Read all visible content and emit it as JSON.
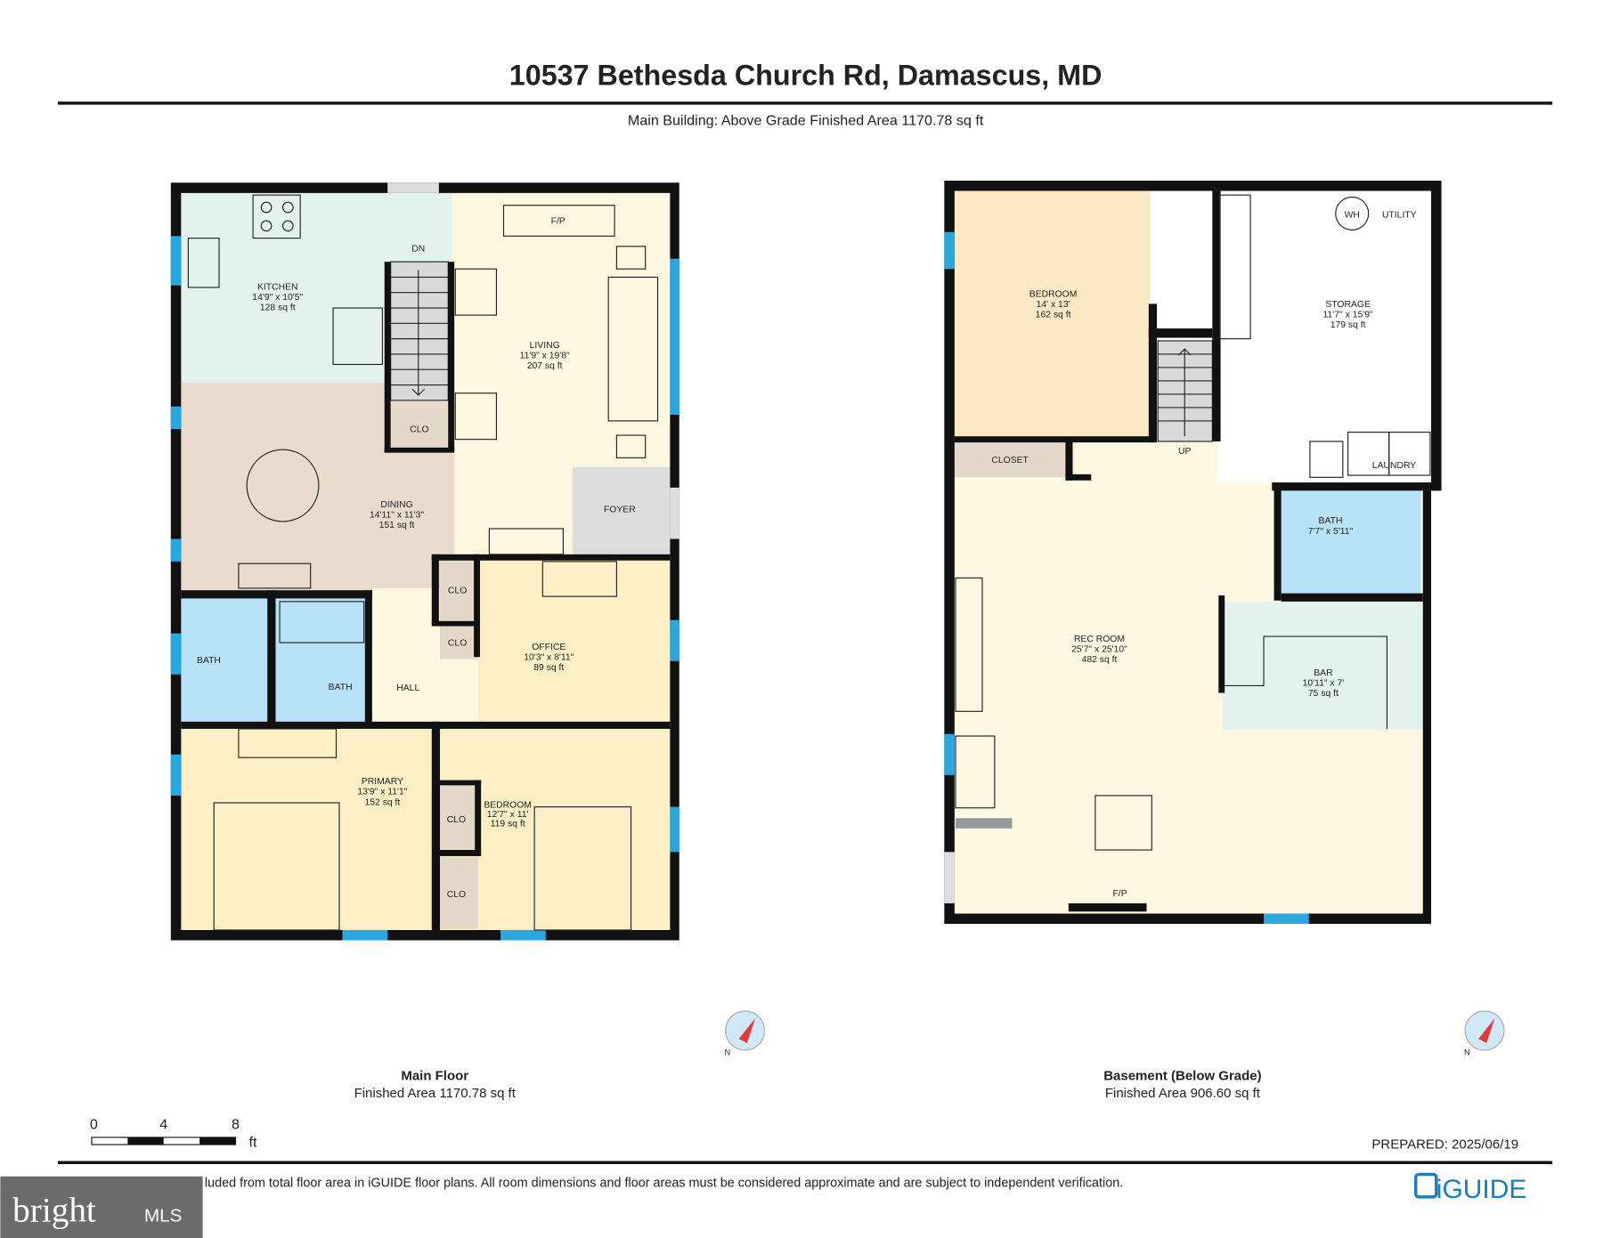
{
  "header": {
    "title": "10537 Bethesda Church Rd, Damascus, MD",
    "subtitle": "Main Building: Above Grade Finished Area 1170.78 sq ft"
  },
  "main_floor": {
    "name": "Main Floor",
    "area": "Finished Area 1170.78 sq ft",
    "rooms": {
      "kitchen": {
        "name": "KITCHEN",
        "dims": "14'9\" x 10'5\"",
        "area": "128 sq ft"
      },
      "living": {
        "name": "LIVING",
        "dims": "11'9\" x 19'8\"",
        "area": "207 sq ft"
      },
      "dining": {
        "name": "DINING",
        "dims": "14'11\" x 11'3\"",
        "area": "151 sq ft"
      },
      "office": {
        "name": "OFFICE",
        "dims": "10'3\" x 8'11\"",
        "area": "89 sq ft"
      },
      "primary": {
        "name": "PRIMARY",
        "dims": "13'9\" x 11'1\"",
        "area": "152 sq ft"
      },
      "bedroom": {
        "name": "BEDROOM",
        "dims": "12'7\" x 11'",
        "area": "119 sq ft"
      }
    },
    "labels": {
      "fp": "F/P",
      "dn": "DN",
      "clo": "CLO",
      "foyer": "FOYER",
      "bath": "BATH",
      "hall": "HALL"
    }
  },
  "basement": {
    "name": "Basement (Below Grade)",
    "area": "Finished Area 906.60 sq ft",
    "rooms": {
      "bedroom": {
        "name": "BEDROOM",
        "dims": "14' x 13'",
        "area": "162 sq ft"
      },
      "storage": {
        "name": "STORAGE",
        "dims": "11'7\" x 15'9\"",
        "area": "179 sq ft"
      },
      "rec_room": {
        "name": "REC ROOM",
        "dims": "25'7\" x 25'10\"",
        "area": "482 sq ft"
      },
      "bath": {
        "name": "BATH",
        "dims": "7'7\" x 5'11\"",
        "area": ""
      },
      "bar": {
        "name": "BAR",
        "dims": "10'11\" x 7'",
        "area": "75 sq ft"
      }
    },
    "labels": {
      "wh": "WH",
      "utility": "UTILITY",
      "closet": "CLOSET",
      "up": "UP",
      "laundry": "LAUNDRY",
      "fp": "F/P"
    }
  },
  "scale": {
    "ticks": [
      "0",
      "4",
      "8"
    ],
    "unit": "ft"
  },
  "prepared": "PREPARED: 2025/06/19",
  "disclaimer": "luded from total floor area in iGUIDE floor plans. All room dimensions and floor areas must be considered approximate and are subject to independent verification.",
  "logos": {
    "iguide": "iGUIDE",
    "bright": "bright",
    "mls": "MLS"
  },
  "colors": {
    "window": "#29a7de",
    "kitchen": "#e3f2ec",
    "living": "#fdf7e0",
    "dining": "#e9dccf",
    "bath": "#b8e2f7",
    "bedroom": "#fcefc6"
  }
}
